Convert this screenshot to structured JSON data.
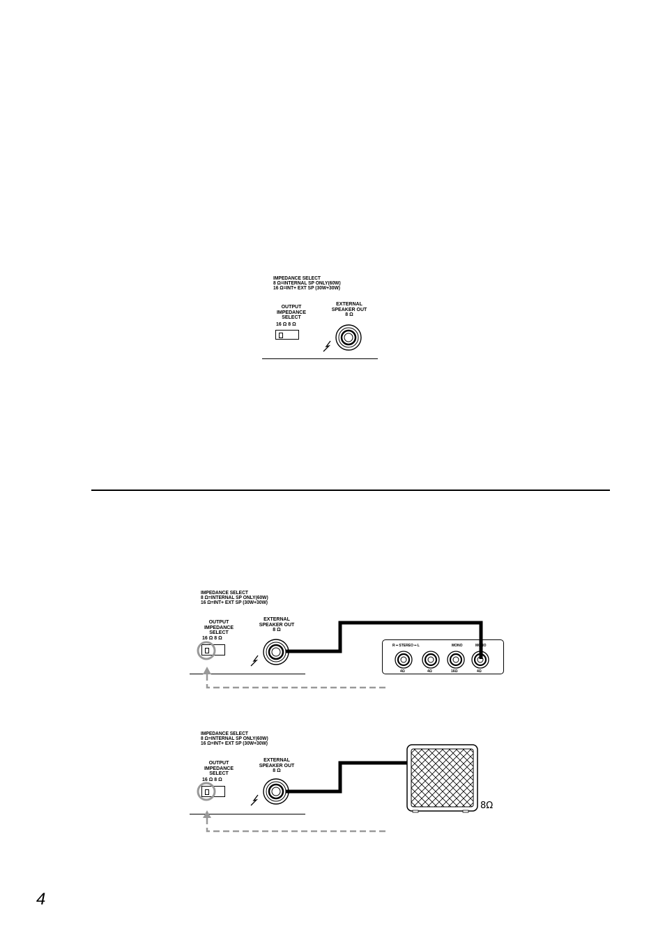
{
  "page_number": "4",
  "panel": {
    "imp_title_1": "IMPEDANCE SELECT",
    "imp_title_2": "8 Ω=INTERNAL SP ONLY(60W)",
    "imp_title_3": "16 Ω=INT+ EXT SP (30W+30W)",
    "output_label_1": "OUTPUT",
    "output_label_2": "IMPEDANCE",
    "output_label_3": "SELECT",
    "switch_options": "16 Ω  8 Ω",
    "ext_label_1": "EXTERNAL",
    "ext_label_2": "SPEAKER OUT",
    "ext_label_3": "8 Ω"
  },
  "amp_jacks": {
    "stereo_label": "R ━ STEREO ━ L",
    "mono_label_1": "MONO",
    "mono_label_2": "MONO",
    "ohm_1": "4Ω",
    "ohm_2": "4Ω",
    "ohm_3": "16Ω",
    "ohm_4": "4Ω"
  },
  "cabinet": {
    "impedance": "8Ω"
  }
}
